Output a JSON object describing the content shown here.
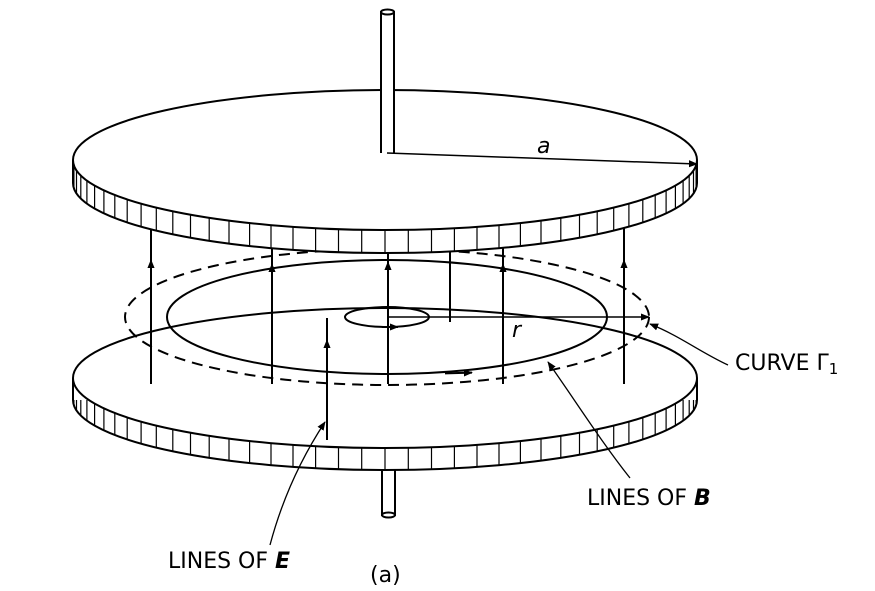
{
  "labels": {
    "radius_a": "a",
    "radius_r": "r",
    "curve_prefix": "CURVE ",
    "curve_symbol": "Γ",
    "curve_subscript": "1",
    "lines_b_prefix": "LINES OF ",
    "lines_b_symbol": "B",
    "lines_e_prefix": "LINES OF ",
    "lines_e_symbol": "E",
    "caption": "(a)"
  }
}
